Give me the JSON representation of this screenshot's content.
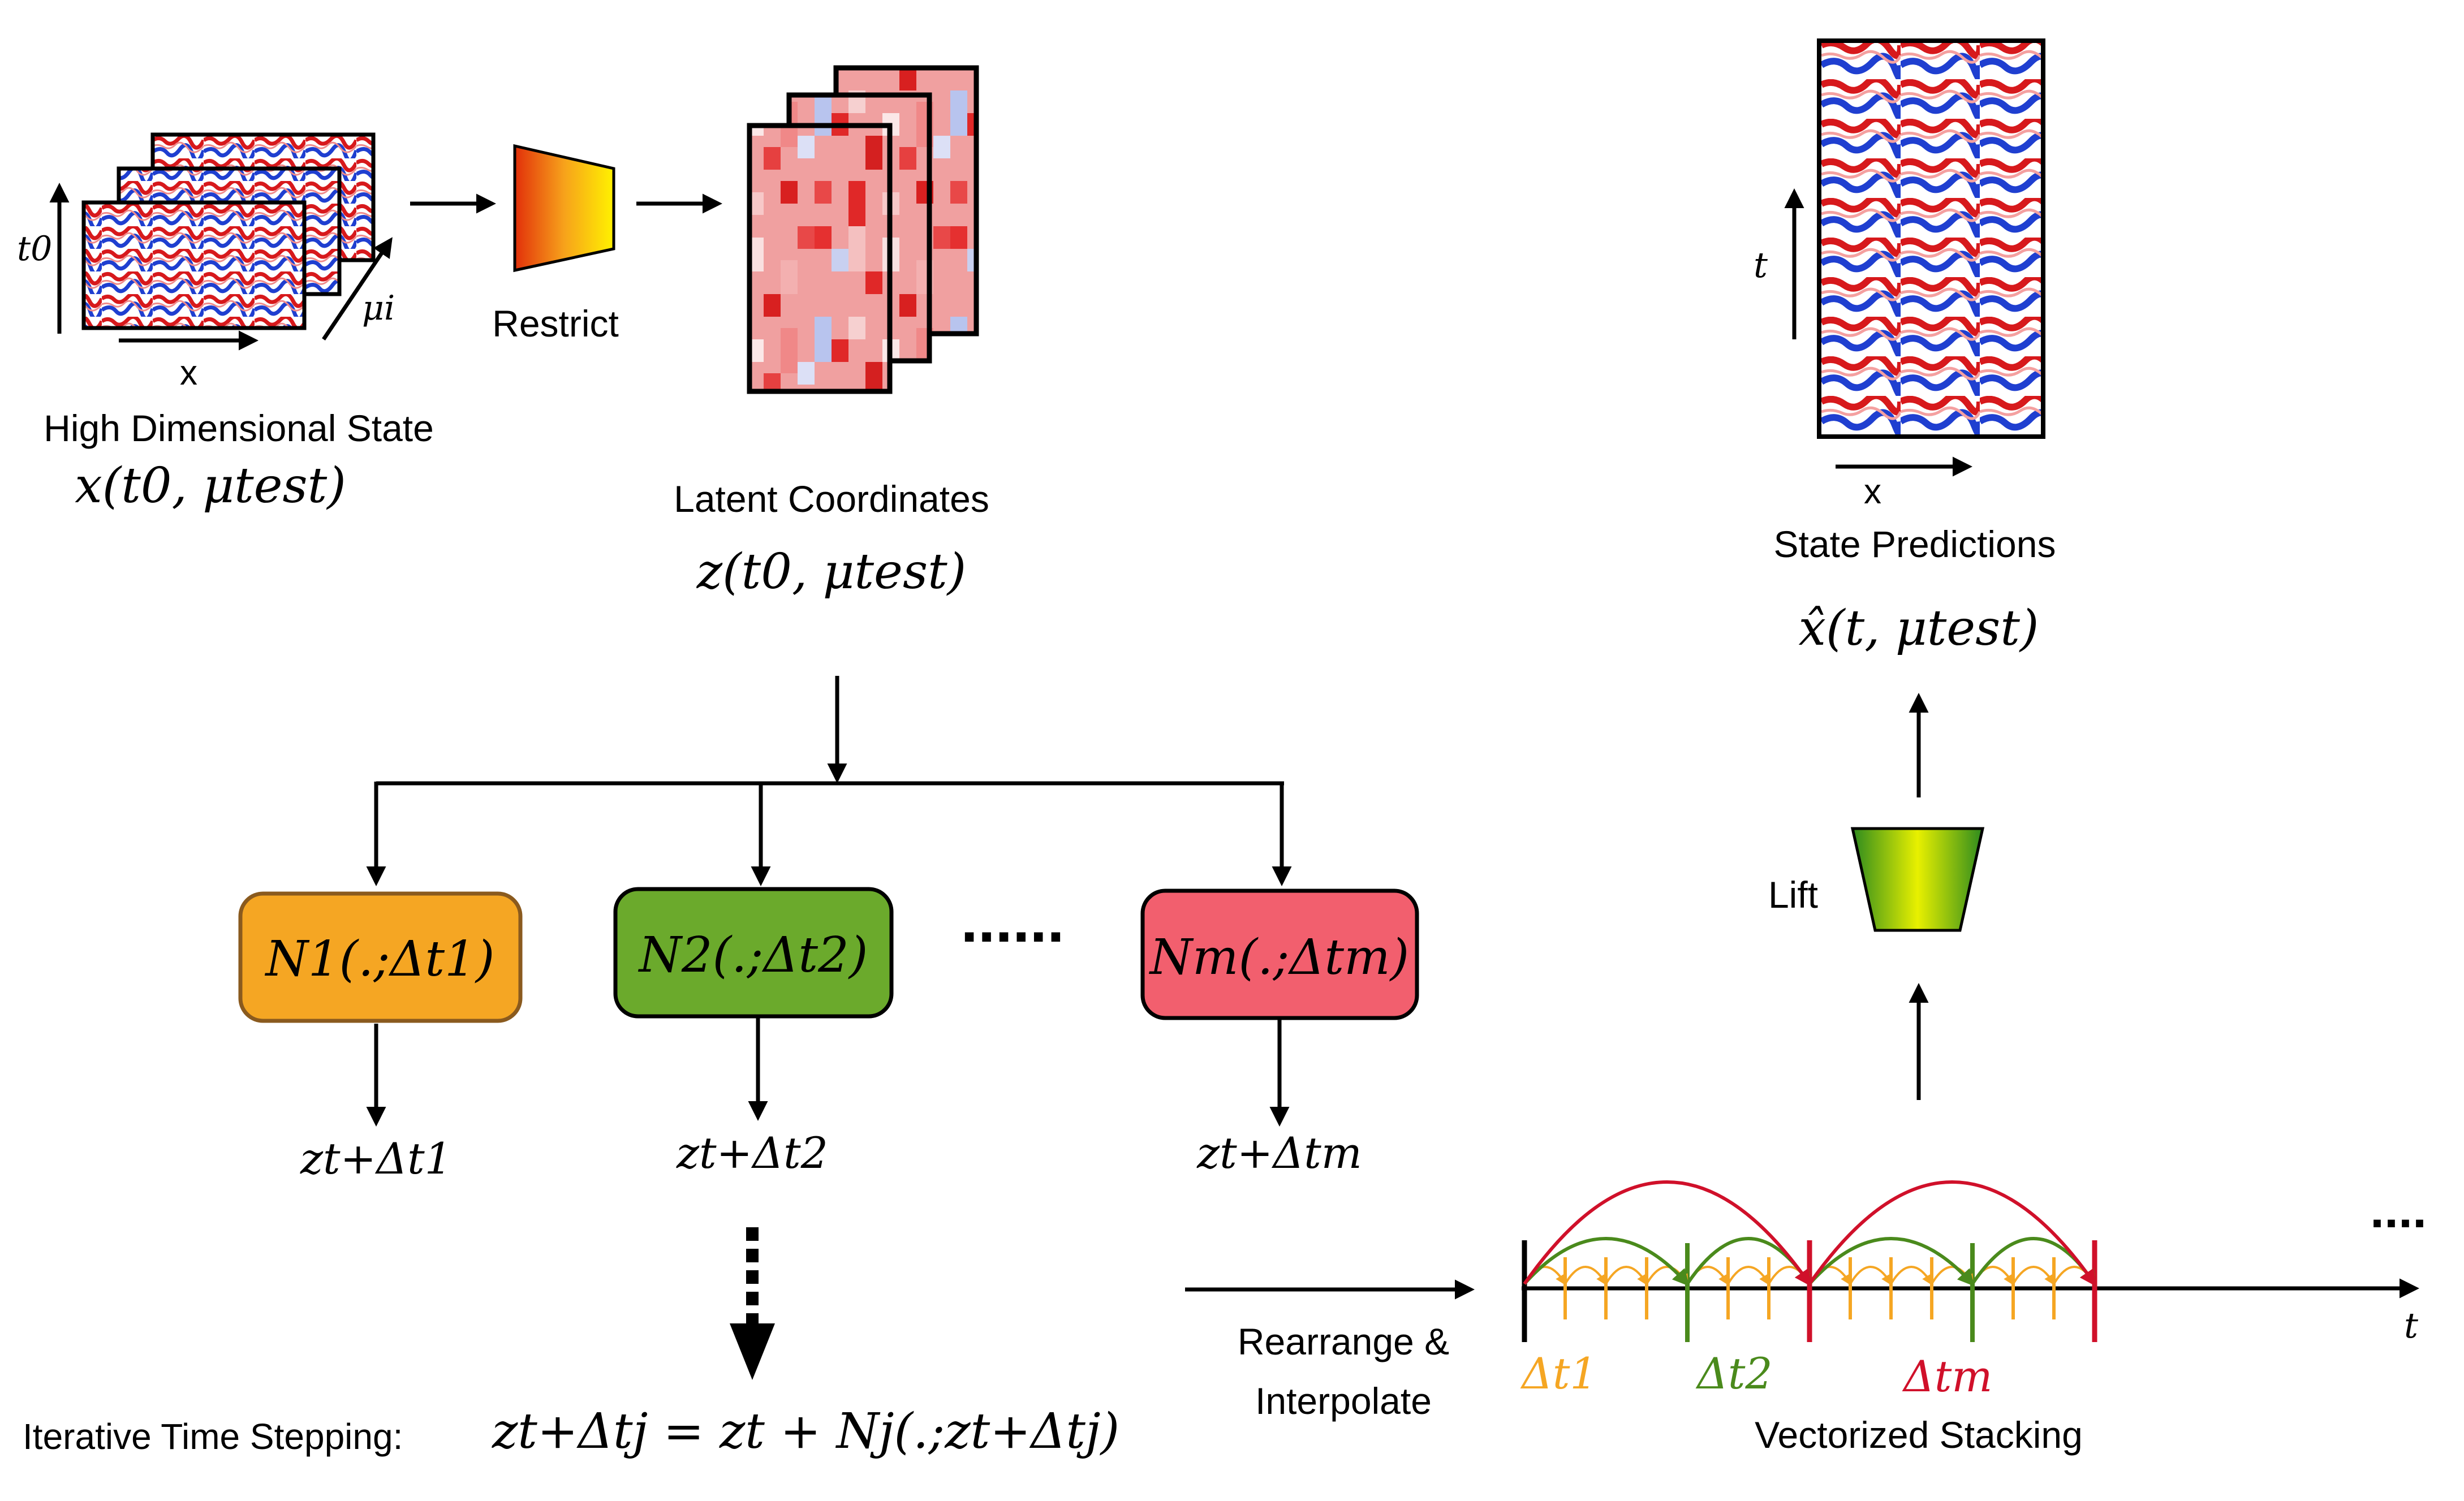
{
  "input": {
    "title": "High Dimensional State",
    "expr": "x(t0, μtest)",
    "axis_t": "t0",
    "axis_x": "x",
    "axis_mu": "μi"
  },
  "restrict_label": "Restrict",
  "latent": {
    "title": "Latent Coordinates",
    "expr": "z(t0, μtest)"
  },
  "networks": [
    {
      "label": "N1(.;Δt1)",
      "output": "zt+Δt1",
      "color": "#F5A623"
    },
    {
      "label": "N2(.;Δt2)",
      "output": "zt+Δt2",
      "color": "#6BAA2C"
    },
    {
      "label": "Nm(.;Δtm)",
      "output": "zt+Δtm",
      "color": "#F25F6E"
    }
  ],
  "ellipsis": "......",
  "iterative": {
    "label": "Iterative Time Stepping:",
    "formula": "zt+Δtj = zt + Nj(.;zt+Δtj)"
  },
  "rearrange": {
    "line1": "Rearrange &",
    "line2": "Interpolate"
  },
  "stacking": {
    "title": "Vectorized Stacking",
    "axis": "t",
    "ellipsis": "....",
    "labels": [
      {
        "text": "Δt1",
        "color": "#F5A623"
      },
      {
        "text": "Δt2",
        "color": "#4A8A1C"
      },
      {
        "text": "Δtm",
        "color": "#D0102A"
      }
    ]
  },
  "lift_label": "Lift",
  "output": {
    "title": "State Predictions",
    "expr": "x̂(t, μtest)",
    "axis_t": "t",
    "axis_x": "x"
  },
  "colors": {
    "field_red": "#D7191C",
    "field_blue": "#1F3FD0",
    "orange": "#F5A623",
    "green": "#4A8A1C",
    "red": "#D0102A"
  }
}
